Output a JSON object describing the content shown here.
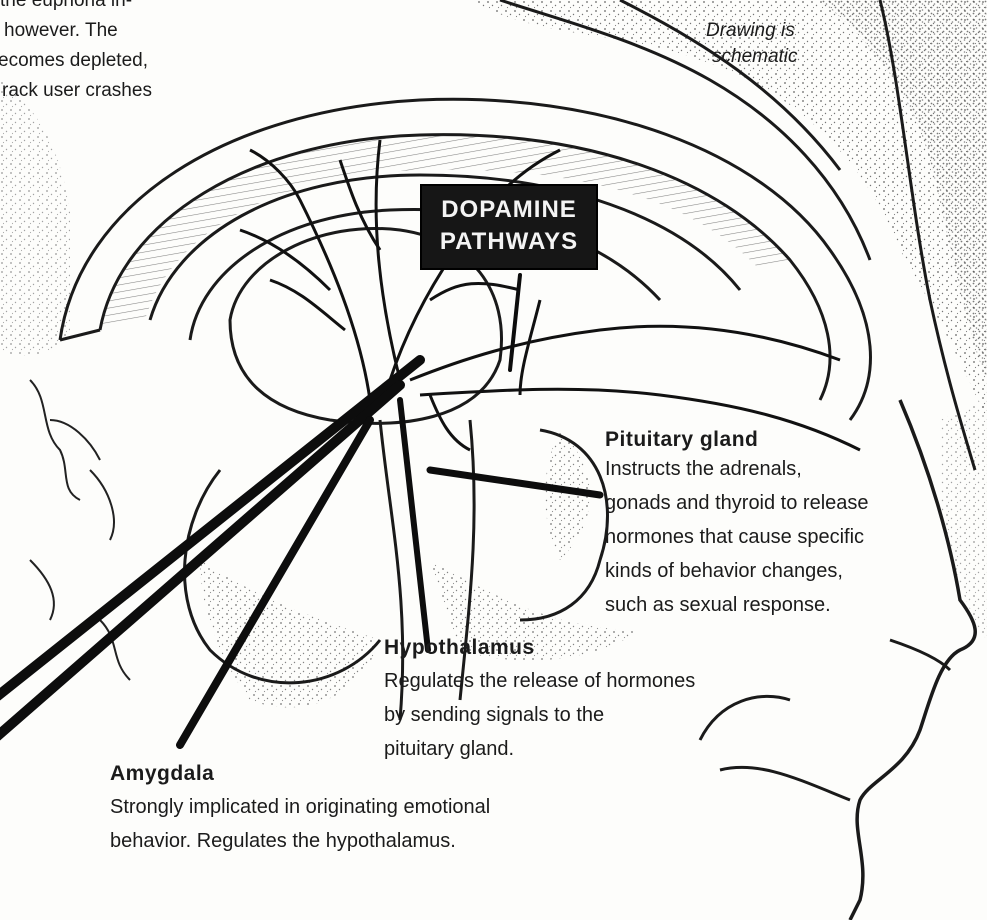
{
  "intro_text": {
    "line1": "the euphoria in-",
    "line2": "however. The",
    "line3": "ecomes depleted,",
    "line4": "rack user crashes"
  },
  "note": {
    "line1": "Drawing is",
    "line2": "schematic"
  },
  "pathways_label": {
    "line1": "DOPAMINE",
    "line2": "PATHWAYS"
  },
  "pituitary": {
    "title": "Pituitary gland",
    "lines": [
      "Instructs the adrenals,",
      "gonads and thyroid to release",
      "hormones that cause specific",
      "kinds of behavior changes,",
      "such as sexual response."
    ]
  },
  "hypothalamus": {
    "title": "Hypothalamus",
    "lines": [
      "Regulates the release of hormones",
      "by sending signals to the",
      "pituitary gland."
    ]
  },
  "amygdala": {
    "title": "Amygdala",
    "lines": [
      "Strongly implicated in originating emotional",
      "behavior. Regulates the hypothalamus."
    ]
  }
}
